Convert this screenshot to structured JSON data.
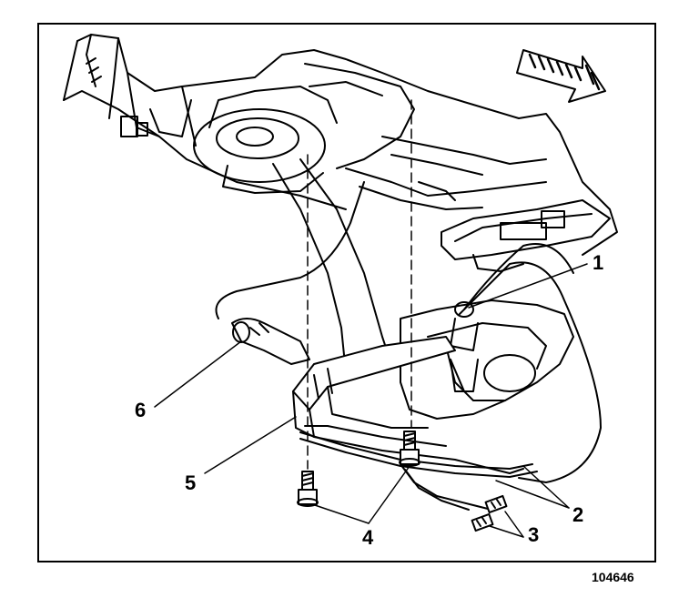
{
  "callouts": {
    "c1": "1",
    "c2": "2",
    "c3": "3",
    "c4": "4",
    "c5": "5",
    "c6": "6"
  },
  "figure_number": "104646",
  "colors": {
    "ink": "#000000",
    "paper": "#ffffff"
  },
  "icons": {
    "direction": "front-arrow-icon"
  }
}
